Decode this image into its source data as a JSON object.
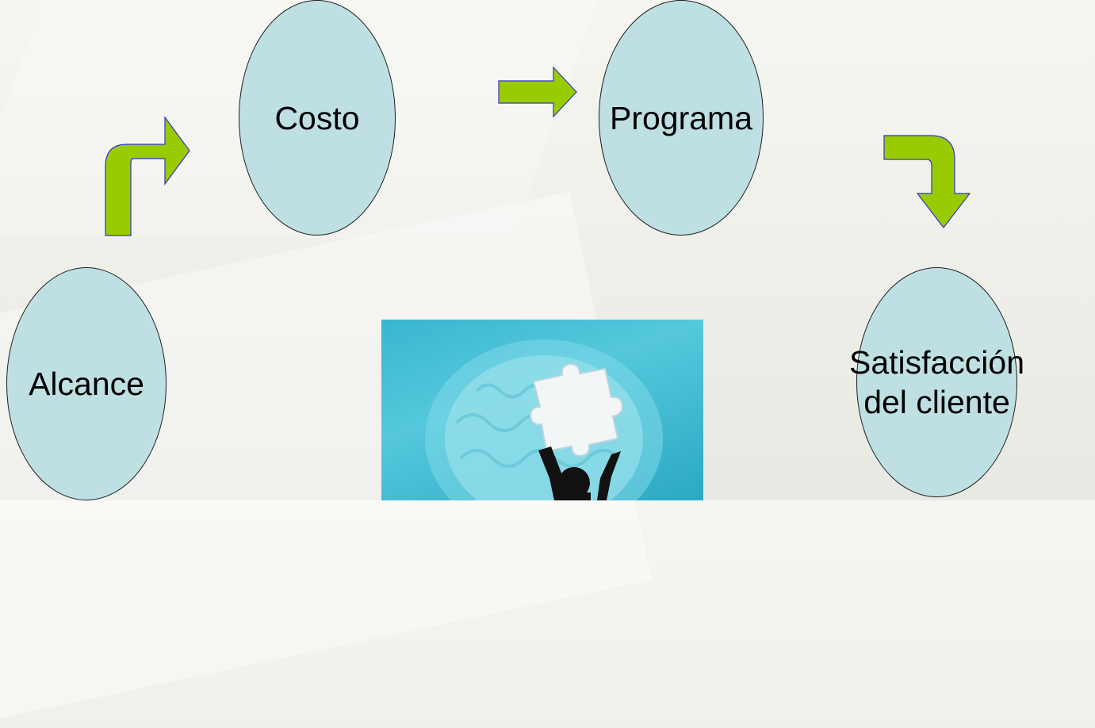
{
  "nodes": {
    "costo": "Costo",
    "programa": "Programa",
    "alcance": "Alcance",
    "satisfaccion_line1": "Satisfacción",
    "satisfaccion_line2": "del cliente"
  },
  "colors": {
    "node_fill": "#bfe0e3",
    "node_stroke": "#1e1e1e",
    "arrow_fill": "#99cc00",
    "arrow_stroke": "#3333cc",
    "picture_blue": "#39b6cf"
  },
  "image": {
    "description_icon": "brain-puzzle-image"
  }
}
